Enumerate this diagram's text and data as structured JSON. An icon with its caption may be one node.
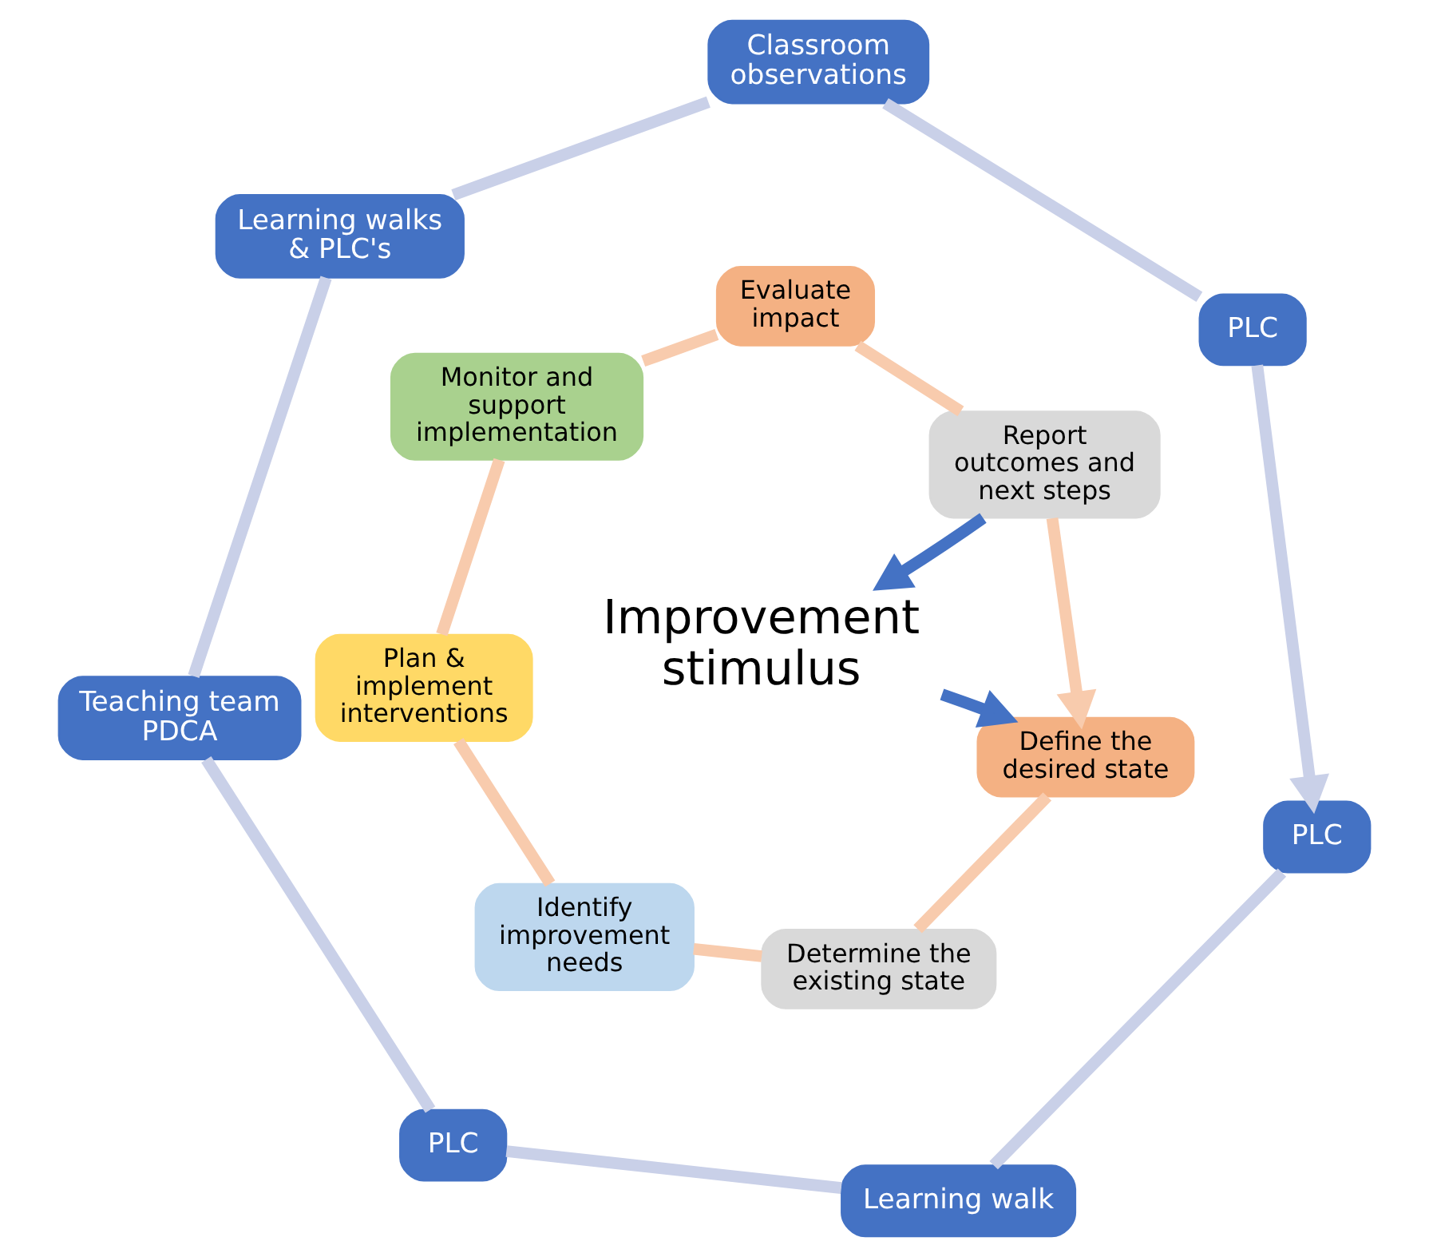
{
  "diagram": {
    "nodes": [
      {
        "text": [
          "PLC"
        ]
      },
      {
        "text": [
          "Learning walk"
        ]
      },
      {
        "text": [
          "PLC"
        ]
      },
      {
        "text": [
          "Teaching team PDCA"
        ]
      },
      {
        "text": [
          "Learning walks & PLC's"
        ]
      },
      {
        "text": [
          "Classroom observations"
        ]
      },
      {
        "text": [
          "PLC"
        ]
      },
      {
        "text": [
          "Define the desired state"
        ]
      },
      {
        "text": [
          "Determine the existing state"
        ]
      },
      {
        "text": [
          "Identify improvement needs"
        ]
      },
      {
        "text": [
          "Plan & implement interventions"
        ]
      },
      {
        "text": [
          "Monitor and support implementation"
        ]
      },
      {
        "text": [
          "Evaluate impact"
        ]
      },
      {
        "text": [
          "Report outcomes and next steps"
        ]
      },
      {
        "text": [
          "Improvement stimulus"
        ]
      }
    ],
    "edges": [
      {
        "from": 0,
        "to": 1,
        "arrow": "none",
        "color": "#c9d0e8"
      },
      {
        "from": 1,
        "to": 2,
        "arrow": "none",
        "color": "#c9d0e8"
      },
      {
        "from": 2,
        "to": 3,
        "arrow": "none",
        "color": "#c9d0e8"
      },
      {
        "from": 3,
        "to": 4,
        "arrow": "none",
        "color": "#c9d0e8"
      },
      {
        "from": 4,
        "to": 5,
        "arrow": "none",
        "color": "#c9d0e8"
      },
      {
        "from": 5,
        "to": 6,
        "arrow": "none",
        "color": "#c9d0e8"
      },
      {
        "from": 6,
        "to": 0,
        "arrow": "to",
        "color": "#c9d0e8"
      },
      {
        "from": 7,
        "to": 8,
        "arrow": "none",
        "color": "#f8cbad"
      },
      {
        "from": 8,
        "to": 9,
        "arrow": "none",
        "color": "#f8cbad"
      },
      {
        "from": 9,
        "to": 10,
        "arrow": "none",
        "color": "#f8cbad"
      },
      {
        "from": 10,
        "to": 11,
        "arrow": "none",
        "color": "#f8cbad"
      },
      {
        "from": 11,
        "to": 12,
        "arrow": "none",
        "color": "#f8cbad"
      },
      {
        "from": 12,
        "to": 13,
        "arrow": "none",
        "color": "#f8cbad"
      },
      {
        "from": 13,
        "to": 7,
        "arrow": "to",
        "color": "#f8cbad"
      },
      {
        "from": 13,
        "to": 14,
        "arrow": "to",
        "color": "#4472c4"
      },
      {
        "from": 14,
        "to": 7,
        "arrow": "to",
        "color": "#4472c4"
      }
    ]
  }
}
